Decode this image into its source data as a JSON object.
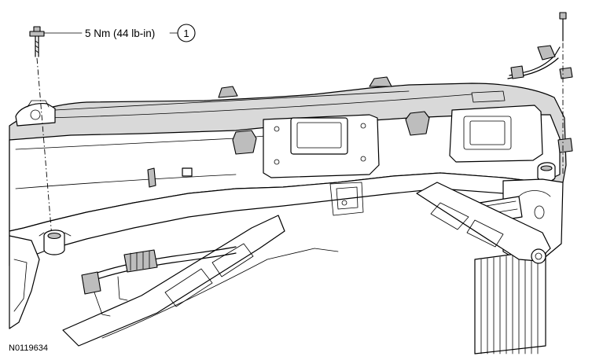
{
  "callout": {
    "torque_label": "5 Nm (44 lb-in)",
    "item_number": "1"
  },
  "figure_id": "N0119634"
}
